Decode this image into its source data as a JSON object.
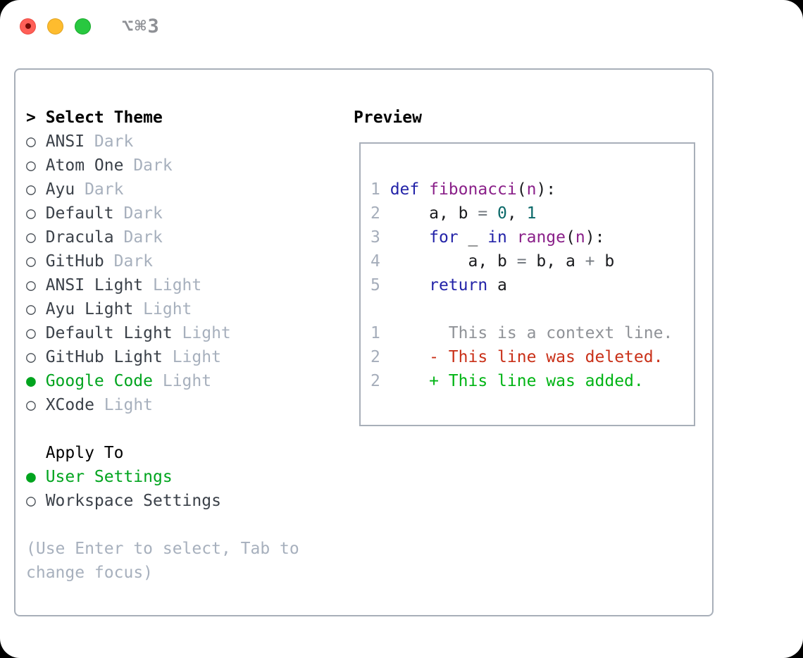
{
  "window": {
    "shortcut": "⌥⌘3"
  },
  "icons": {
    "radio_selected": "●",
    "radio_unselected": "○",
    "focus_caret": ">"
  },
  "theme_list": {
    "title_prefix": ">",
    "title": "Select Theme",
    "items": [
      {
        "name": "ANSI",
        "tag": "Dark",
        "selected": false
      },
      {
        "name": "Atom One",
        "tag": "Dark",
        "selected": false
      },
      {
        "name": "Ayu",
        "tag": "Dark",
        "selected": false
      },
      {
        "name": "Default",
        "tag": "Dark",
        "selected": false
      },
      {
        "name": "Dracula",
        "tag": "Dark",
        "selected": false
      },
      {
        "name": "GitHub",
        "tag": "Dark",
        "selected": false
      },
      {
        "name": "ANSI Light",
        "tag": "Light",
        "selected": false
      },
      {
        "name": "Ayu Light",
        "tag": "Light",
        "selected": false
      },
      {
        "name": "Default Light",
        "tag": "Light",
        "selected": false
      },
      {
        "name": "GitHub Light",
        "tag": "Light",
        "selected": false
      },
      {
        "name": "Google Code",
        "tag": "Light",
        "selected": true
      },
      {
        "name": "XCode",
        "tag": "Light",
        "selected": false
      }
    ]
  },
  "apply_to": {
    "title": "Apply To",
    "options": [
      {
        "label": "User Settings",
        "selected": true
      },
      {
        "label": "Workspace Settings",
        "selected": false
      }
    ]
  },
  "hint": {
    "line1": "(Use Enter to select, Tab to",
    "line2": "change focus)"
  },
  "preview": {
    "title": "Preview",
    "lines": [
      [
        [
          "ln",
          "1 "
        ],
        [
          "kw",
          "def"
        ],
        [
          "pl",
          " "
        ],
        [
          "fn",
          "fibonacci"
        ],
        [
          "pl",
          "("
        ],
        [
          "fn",
          "n"
        ],
        [
          "pl",
          "):"
        ]
      ],
      [
        [
          "ln",
          "2 "
        ],
        [
          "pl",
          "    a, b "
        ],
        [
          "op",
          "="
        ],
        [
          "pl",
          " "
        ],
        [
          "lit",
          "0"
        ],
        [
          "pl",
          ", "
        ],
        [
          "lit",
          "1"
        ]
      ],
      [
        [
          "ln",
          "3 "
        ],
        [
          "pl",
          "    "
        ],
        [
          "kw",
          "for"
        ],
        [
          "pl",
          " _ "
        ],
        [
          "kw",
          "in"
        ],
        [
          "pl",
          " "
        ],
        [
          "fn",
          "range"
        ],
        [
          "pl",
          "("
        ],
        [
          "fn",
          "n"
        ],
        [
          "pl",
          "):"
        ]
      ],
      [
        [
          "ln",
          "4 "
        ],
        [
          "pl",
          "        a, b "
        ],
        [
          "op",
          "="
        ],
        [
          "pl",
          " b, a "
        ],
        [
          "op",
          "+"
        ],
        [
          "pl",
          " b"
        ]
      ],
      [
        [
          "ln",
          "5 "
        ],
        [
          "pl",
          "    "
        ],
        [
          "kw",
          "return"
        ],
        [
          "pl",
          " a"
        ]
      ],
      [],
      [
        [
          "ln",
          "1 "
        ],
        [
          "ctx",
          "      This is a context line."
        ]
      ],
      [
        [
          "ln",
          "2 "
        ],
        [
          "del",
          "    - This line was deleted."
        ]
      ],
      [
        [
          "ln",
          "2 "
        ],
        [
          "add",
          "    + This line was added."
        ]
      ]
    ]
  },
  "colors": {
    "accent_green": "#00a41e",
    "diff_added": "#00b414",
    "diff_deleted": "#c93018",
    "keyword_blue": "#2323a8",
    "function_purple": "#8a2089",
    "literal_teal": "#0a6868",
    "muted_gray": "#a7b0bd",
    "panel_border": "#a8afb9"
  }
}
